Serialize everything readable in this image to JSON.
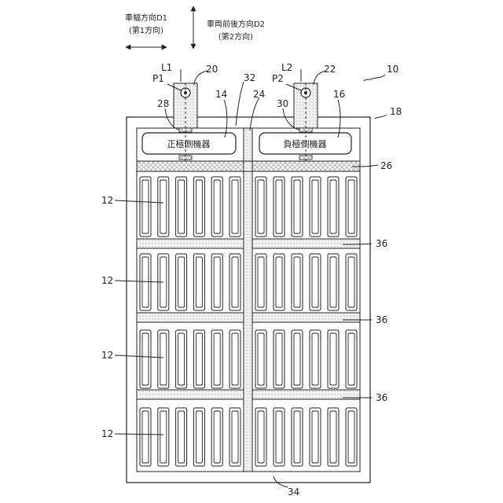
{
  "directions": {
    "d1_line1": "車幅方向D1",
    "d1_line2": "(第1方向)",
    "d2_line1": "車両前後方向D2",
    "d2_line2": "(第2方向)"
  },
  "devices": {
    "positive": "正極側機器",
    "negative": "負極側機器"
  },
  "refs": {
    "L1": "L1",
    "L2": "L2",
    "P1": "P1",
    "P2": "P2",
    "n10": "10",
    "n12": "12",
    "n14": "14",
    "n16": "16",
    "n18": "18",
    "n20": "20",
    "n22": "22",
    "n24": "24",
    "n26": "26",
    "n28": "28",
    "n30": "30",
    "n32": "32",
    "n34": "34",
    "n36": "36"
  },
  "layout": {
    "module_rows": 4,
    "cells_per_module": 6
  }
}
